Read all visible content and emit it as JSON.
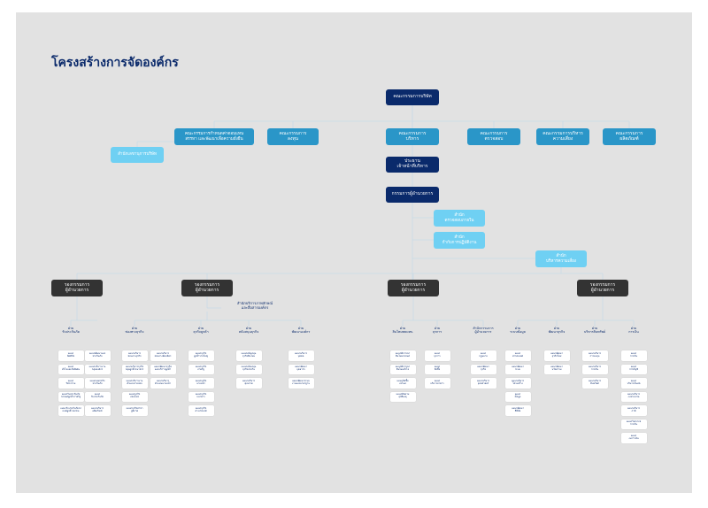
{
  "title": "โครงสร้างการจัดองค์กร",
  "top": {
    "board": "คณะกรรมการบริษัท",
    "committees": [
      "คณะกรรมการกำหนดค่าตอบแทน\nสรรหา และพัฒนาเพื่อความยั่งยืน",
      "คณะกรรมการ\nลงทุน",
      "คณะกรรมการ\nบริหาร",
      "คณะกรรมการ\nตรวจสอบ",
      "คณะกรรมการบริหาร\nความเสี่ยง",
      "คณะกรรมการ\nผลิตภัณฑ์"
    ],
    "secretary": "สำนักเลขานุการบริษัท",
    "chairman_exec": "ประธาน\nเจ้าหน้าที่บริหาร",
    "md": "กรรมการผู้อำนวยการ",
    "audit_office": "สำนัก\nตรวจสอบภายใน",
    "compliance_office": "สำนัก\nกำกับการปฏิบัติงาน",
    "risk_office": "สำนัก\nบริหารความเสี่ยง"
  },
  "deputies": [
    "รองกรรมการ\nผู้อำนวยการ",
    "รองกรรมการ\nผู้อำนวยการ",
    "รองกรรมการ\nผู้อำนวยการ",
    "รองกรรมการ\nผู้อำนวยการ"
  ],
  "corp_office": "สำนักบริการภาพลักษณ์\nและสื่อสารองค์กร",
  "departments": [
    {
      "name": "ฝ่าย\nรับประกันภัย",
      "items": [
        "แผนก\nอัคคีภัย",
        "แผนก\nทั่วไปและภัยพิเศษ",
        "แผนก\nวิศวกรรม",
        "แผนกรับประกันภัย\nรถยนต์ลูกค้าภาครัฐ",
        "แผนกรับประกันภัยรถ\nยนต์ลูกค้าเอกชน"
      ]
    },
    {
      "name": "",
      "items": [
        "แผนกพัฒนาและ\nประกันภัย",
        "แผนกบริหารงาน\nกลุ่มองค์กร",
        "แผนกเฉพาะกิจ\nประกันภัย",
        "แผนก\nรับประกันภัย",
        "แผนกบริหาร\nผลิตภัณฑ์"
      ]
    },
    {
      "name": "ฝ่าย\nช่องทางธุรกิจ",
      "items": [
        "แผนกบริหาร\nช่องทางธุรกิจ",
        "แผนกบริหารธุรกิจ\nกลุ่มลูกค้าธนาคาร",
        "แผนกบริหารงาน\nตัวแทนรายย่อย",
        "แผนกธุรกิจ\nออนไลน์",
        "แผนกธุรกิจสาขา\nภูมิภาค"
      ]
    },
    {
      "name": "",
      "items": [
        "แผนกบริหาร\nช่องทางพันธมิตร",
        "แผนกพัฒนาธุรกิจ\nและบริการลูกค้า",
        "แผนกบริหาร\nตัวแทนนายหน้า"
      ]
    },
    {
      "name": "ฝ่าย\nธุรกิจลูกค้า",
      "items": [
        "แผนกธุรกิจ\nลูกค้ารายใหญ่",
        "แผนกธุรกิจ\nภาครัฐ",
        "แผนกธุรกิจ\nนายหน้า",
        "แผนกธุรกิจ\nธนาคาร",
        "แผนกธุรกิจ\nต่างประเทศ"
      ]
    },
    {
      "name": "ฝ่าย\nสนับสนุนธุรกิจ",
      "items": [
        "แผนกสนับสนุน\nธุรกิจสินไหม",
        "แผนกสนับสนุน\nธุรกิจประกัน",
        "แผนกบริหาร\nคุณภาพ"
      ]
    },
    {
      "name": "ฝ่าย\nพัฒนาองค์กร",
      "items": [
        "แผนกบริหาร\nบุคคล",
        "แผนกพัฒนา\nบุคลากร",
        "แผนกพัฒนาระบบ\nงานและมาตรฐาน"
      ]
    },
    {
      "name": "ฝ่าย\nสินไหมทดแทน",
      "items": [
        "แผนกพิจารณา\nสินไหมรถยนต์",
        "แผนกพิจารณา\nสินไหมทั่วไป",
        "แผนกจัดซื้อ\nอะไหล่",
        "แผนกติดตาม\nอุบัติเหตุ"
      ]
    },
    {
      "name": "ฝ่าย\nธุรการ",
      "items": [
        "แผนก\nธุรการ",
        "แผนก\nจัดซื้อ",
        "แผนก\nบริหารอาคาร"
      ]
    },
    {
      "name": "สำนักกรรมการ\nผู้อำนวยการ",
      "items": [
        "แผนก\nกฎหมาย",
        "แผนกพัฒนา\nธุรกิจ",
        "แผนกบริหาร\nยุทธศาสตร์"
      ]
    },
    {
      "name": "ฝ่าย\nระบบข้อมูล",
      "items": [
        "แผนก\nสารสนเทศ",
        "แผนกพัฒนา\nระบบ",
        "แผนกบริหาร\nโครงสร้าง",
        "แผนก\nข้อมูล",
        "แผนกพัฒนา\nดิจิทัล"
      ]
    },
    {
      "name": "ฝ่าย\nพัฒนาธุรกิจ",
      "items": [
        "แผนกพัฒนา\nธุรกิจใหม่",
        "แผนกพัฒนา\nนวัตกรรม"
      ]
    },
    {
      "name": "ฝ่าย\nบริหารสินทรัพย์",
      "items": [
        "แผนกบริหาร\nการลงทุน",
        "แผนกบริหาร\nการเงิน",
        "แผนกบริหาร\nสินทรัพย์"
      ]
    },
    {
      "name": "ฝ่าย\nการเงิน",
      "items": [
        "แผนก\nการเงิน",
        "แผนก\nการบัญชี",
        "แผนก\nบริหารเงินสด",
        "แผนกบริหาร\nงบประมาณ",
        "แผนกบริหาร\nภาษี",
        "แผนกวิเคราะห์\nการเงิน",
        "แผนก\nงบการเงิน"
      ]
    }
  ]
}
